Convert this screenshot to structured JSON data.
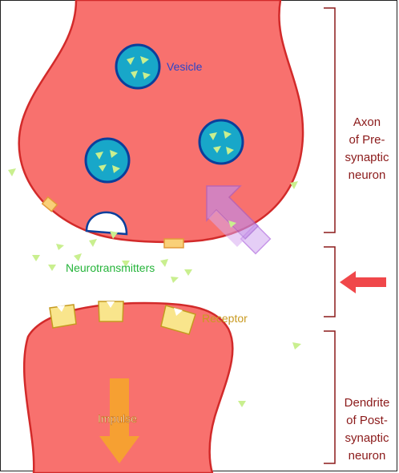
{
  "labels": {
    "vesicle": "Vesicle",
    "neurotransmitters": "Neurotransmitters",
    "receptor": "Receptor",
    "impulse": "Impulse"
  },
  "brackets": {
    "axon": [
      "Axon",
      "of Pre-",
      "synaptic",
      "neuron"
    ],
    "dendrite": [
      "Dendrite",
      "of Post-",
      "synaptic",
      "neuron"
    ]
  },
  "colors": {
    "neuron_fill": "#f8716e",
    "neuron_stroke": "#d22a2a",
    "vesicle_fill": "#18a7c9",
    "vesicle_stroke": "#0b3f9c",
    "nt_triangle": "#c9ef8f",
    "receptor_fill": "#f9e58c",
    "receptor_stroke": "#c59a20",
    "transporter": "#c28be6",
    "impulse_arrow": "#f6a032",
    "pointer_arrow": "#f0474a",
    "vesicle_label": "#2a44c8",
    "nt_label": "#25b43a",
    "receptor_label": "#c99a20",
    "bracket": "#8b1a1a"
  },
  "icons": {
    "pointer": "left-arrow-icon",
    "impulse": "down-arrow-icon",
    "reuptake": "up-left-arrow-icon"
  }
}
